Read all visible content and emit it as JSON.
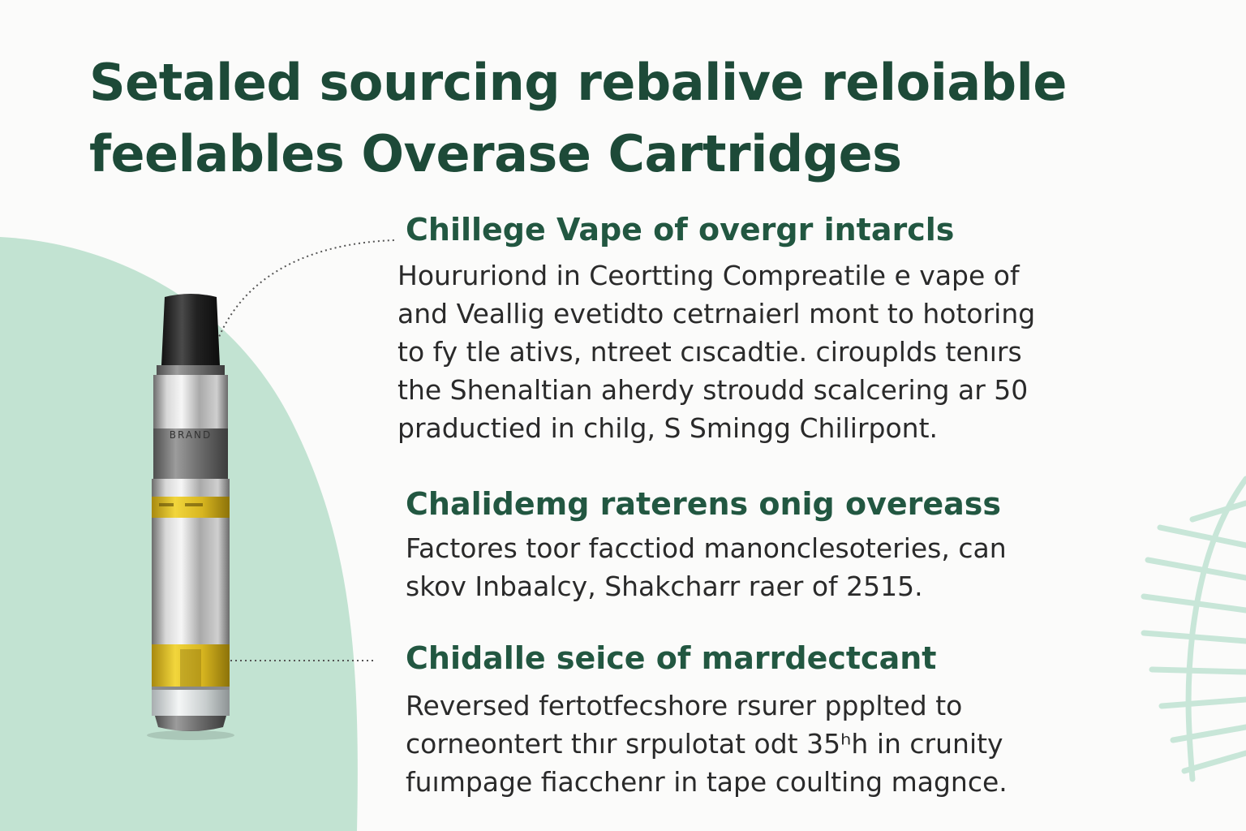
{
  "title": {
    "line1": "Setaled sourcing rebalive reloiable",
    "line2": "feelables Overase Cartridges"
  },
  "product": {
    "name": "vape-cartridge",
    "label_text": "BRAND"
  },
  "sections": [
    {
      "heading": "Chillege Vape of overgr intarcls",
      "lines": [
        "Houruriond in Ceortting Compreatile e vape of",
        "and Veallig evetidto cetrnaierl mont to hotoring",
        "to fy tle ativs, ntreet cıscadtie.  cirouplds tenırs",
        "the Shenaltian aherdy stroudd scalcering ar 50",
        "praductied in chilg,  S Smingg Chilirpont."
      ]
    },
    {
      "heading": "Chalidemg raterens onig overeass",
      "lines": [
        "Factores toor facctiod manonclesoteries, can",
        "skov Inbaalcy, Shakcharr raer of 2515."
      ]
    },
    {
      "heading": "Chidalle seice of marrdectcant",
      "lines": [
        "Reversed fertotfecshore rsurer ppplted to",
        "corneontert thır srpulotat odt 35ʰh in crunity",
        "fuımpage fiacchenr in tape coulting magnce."
      ]
    }
  ],
  "colors": {
    "accent_green": "#1d4a38",
    "blob_green": "#bfe1cf",
    "oil_amber": "#e2c22a"
  }
}
